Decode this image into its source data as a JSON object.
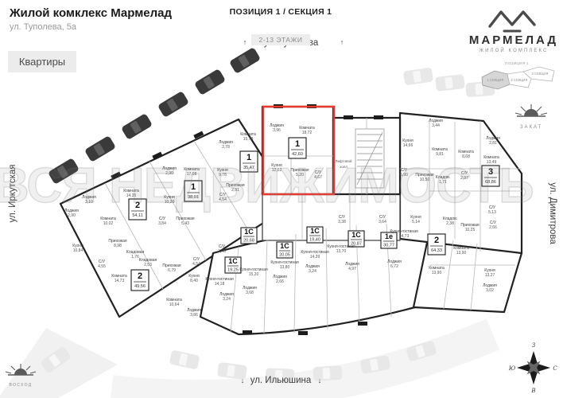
{
  "header": {
    "title": "Жилой комклекс Мармелад",
    "address": "ул. Туполева, 5а",
    "position": "ПОЗИЦИЯ 1 / СЕКЦИЯ 1",
    "floors": "2-13 ЭТАЖИ",
    "apartments_button": "Квартиры"
  },
  "brand": {
    "name": "МАРМЕЛАД",
    "tagline": "ЖИЛОЙ КОМПЛЕКС"
  },
  "minimap": {
    "position": "ПОЗИЦИЯ 1",
    "sections": [
      "1 СЕКЦИЯ",
      "2 СЕКЦИЯ",
      "3 СЕКЦИЯ"
    ]
  },
  "streets": {
    "top": "ул. Туполева",
    "bottom": "ул. Ильюшина",
    "left": "ул. Иркутская",
    "right": "ул. Димитрова",
    "arrow_up": "↑",
    "arrow_down": "↓"
  },
  "sun": {
    "sunset": "ЗАКАТ",
    "sunrise": "ВОСХОД"
  },
  "compass": {
    "top": "З",
    "right": "С",
    "bottom": "В",
    "left": "Ю"
  },
  "watermark": "ВСЯ НЕДВИЖИМОСТЬ",
  "plan": {
    "elevator": {
      "line1": "Лифтовой",
      "line2": "холл"
    },
    "units": [
      {
        "num": "2",
        "area": "54,11",
        "rooms": [
          {
            "name": "Комната",
            "area": "14,35"
          },
          {
            "name": "Лоджия",
            "area": "3,10"
          },
          {
            "name": "Комната",
            "area": "10,02"
          },
          {
            "name": "Лоджия",
            "area": "2,90"
          },
          {
            "name": "Кухня",
            "area": "10,84"
          },
          {
            "name": "Прихожая",
            "area": "8,98"
          },
          {
            "name": "Кладовая",
            "area": "1,76"
          },
          {
            "name": "С/У",
            "area": "4,55"
          }
        ]
      },
      {
        "num": "1",
        "area": "38,01",
        "rooms": [
          {
            "name": "Комната",
            "area": "17,08"
          },
          {
            "name": "Лоджия",
            "area": "2,90"
          },
          {
            "name": "Кухня",
            "area": "10,20"
          },
          {
            "name": "С/У",
            "area": "3,84"
          },
          {
            "name": "Прихожая",
            "area": "5,43"
          }
        ]
      },
      {
        "num": "1",
        "area": "35,47",
        "rooms": [
          {
            "name": "Комната",
            "area": "15,78"
          },
          {
            "name": "Лоджия",
            "area": "2,78"
          },
          {
            "name": "Кухня",
            "area": "9,78"
          },
          {
            "name": "Прихожая",
            "area": "2,91"
          },
          {
            "name": "С/У",
            "area": "4,54"
          }
        ]
      },
      {
        "num": "1",
        "area": "42,60",
        "highlighted": true,
        "rooms": [
          {
            "name": "Лоджия",
            "area": "3,96"
          },
          {
            "name": "Комната",
            "area": "18,72"
          },
          {
            "name": "Кухня",
            "area": "12,02"
          },
          {
            "name": "Прихожая",
            "area": "5,20"
          },
          {
            "name": "С/У",
            "area": "4,67"
          }
        ]
      },
      {
        "num": "3",
        "area": "68,86",
        "rooms": [
          {
            "name": "Кухня",
            "area": "14,66"
          },
          {
            "name": "Лоджия",
            "area": "3,44"
          },
          {
            "name": "Комната",
            "area": "9,81"
          },
          {
            "name": "Комната",
            "area": "8,68"
          },
          {
            "name": "С/У",
            "area": "5,90"
          },
          {
            "name": "Прихожая",
            "area": "10,50"
          },
          {
            "name": "Кладов.",
            "area": "1,71"
          },
          {
            "name": "С/У",
            "area": "2,97"
          },
          {
            "name": "Комната",
            "area": "13,49"
          },
          {
            "name": "Лоджия",
            "area": "2,81"
          }
        ]
      },
      {
        "num": "2",
        "area": "64,33",
        "rooms": [
          {
            "name": "Комната",
            "area": "13,90"
          },
          {
            "name": "Комната",
            "area": "13,90"
          },
          {
            "name": "Кухня",
            "area": "13,27"
          },
          {
            "name": "Лоджия",
            "area": "3,02"
          },
          {
            "name": "Прихожая",
            "area": "10,25"
          },
          {
            "name": "С/У",
            "area": "5,13"
          },
          {
            "name": "С/У",
            "area": "2,66"
          },
          {
            "name": "Кладов.",
            "area": "2,38"
          }
        ]
      },
      {
        "num": "2",
        "area": "49,56",
        "rooms": [
          {
            "name": "Комната",
            "area": "14,73"
          },
          {
            "name": "Комната",
            "area": "10,64"
          },
          {
            "name": "Кухня",
            "area": "8,40"
          },
          {
            "name": "Прихожая",
            "area": "6,79"
          },
          {
            "name": "Кладовая",
            "area": "2,53"
          },
          {
            "name": "С/У",
            "area": "4,54"
          },
          {
            "name": "Лоджия",
            "area": "3,86"
          }
        ]
      },
      {
        "num": "1С",
        "area": "19,25",
        "rooms": [
          {
            "name": "Кухня-гостиная",
            "area": "14,18"
          },
          {
            "name": "Лоджия",
            "area": "3,24"
          },
          {
            "name": "С/У",
            "area": "3,45"
          }
        ]
      },
      {
        "num": "1С",
        "area": "20,68",
        "rooms": [
          {
            "name": "Кухня-гостиная",
            "area": "15,20"
          },
          {
            "name": "Лоджия",
            "area": "3,68"
          }
        ]
      },
      {
        "num": "1С",
        "area": "20,05",
        "rooms": [
          {
            "name": "Кухня-гостиная",
            "area": "13,80"
          },
          {
            "name": "Лоджия",
            "area": "2,66"
          }
        ]
      },
      {
        "num": "1С",
        "area": "19,40",
        "rooms": [
          {
            "name": "Кухня-гостиная",
            "area": "14,39"
          },
          {
            "name": "Лоджия",
            "area": "3,24"
          }
        ]
      },
      {
        "num": "1С",
        "area": "20,87",
        "rooms": [
          {
            "name": "Кухня-гостиная",
            "area": "13,70"
          },
          {
            "name": "Лоджия",
            "area": "4,97"
          },
          {
            "name": "С/У",
            "area": "3,38"
          }
        ]
      },
      {
        "num": "1е",
        "area": "30,77",
        "rooms": [
          {
            "name": "Кухня-гостиная",
            "area": "14,73"
          },
          {
            "name": "Лоджия",
            "area": "6,72"
          },
          {
            "name": "С/У",
            "area": "3,64"
          },
          {
            "name": "Кухня",
            "area": "5,14"
          }
        ]
      }
    ]
  }
}
